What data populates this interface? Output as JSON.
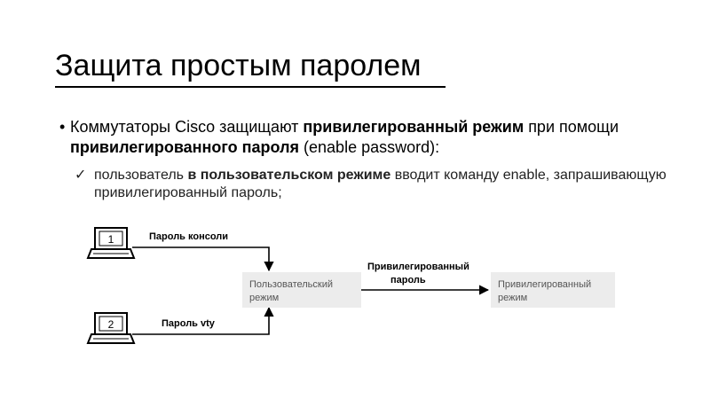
{
  "slide": {
    "title": "Защита простым паролем",
    "bullet": {
      "marker": "•",
      "part1": "Коммутаторы Cisco защищают ",
      "bold1": "привилегированный режим",
      "part2": " при помощи ",
      "bold2": "привилегированного пароля",
      "part3": " (enable password):"
    },
    "sub_bullet": {
      "marker": "✓",
      "part1": "пользователь ",
      "bold1": "в пользовательском режиме",
      "part2": " вводит команду enable, запрашивающую привилегированный пароль;"
    }
  },
  "diagram": {
    "terminal1_number": "1",
    "terminal2_number": "2",
    "console_password_label": "Пароль консоли",
    "vty_password_label": "Пароль vty",
    "user_mode_line1": "Пользовательский",
    "user_mode_line2": "режим",
    "enable_password_line1": "Привилегированный",
    "enable_password_line2": "пароль",
    "priv_mode_line1": "Привилегированный",
    "priv_mode_line2": "режим",
    "colors": {
      "box_fill": "#ececec",
      "box_text": "#555555",
      "line": "#000000"
    },
    "icons": [
      "computer-terminal-icon",
      "computer-terminal-icon",
      "arrow-icon"
    ]
  }
}
